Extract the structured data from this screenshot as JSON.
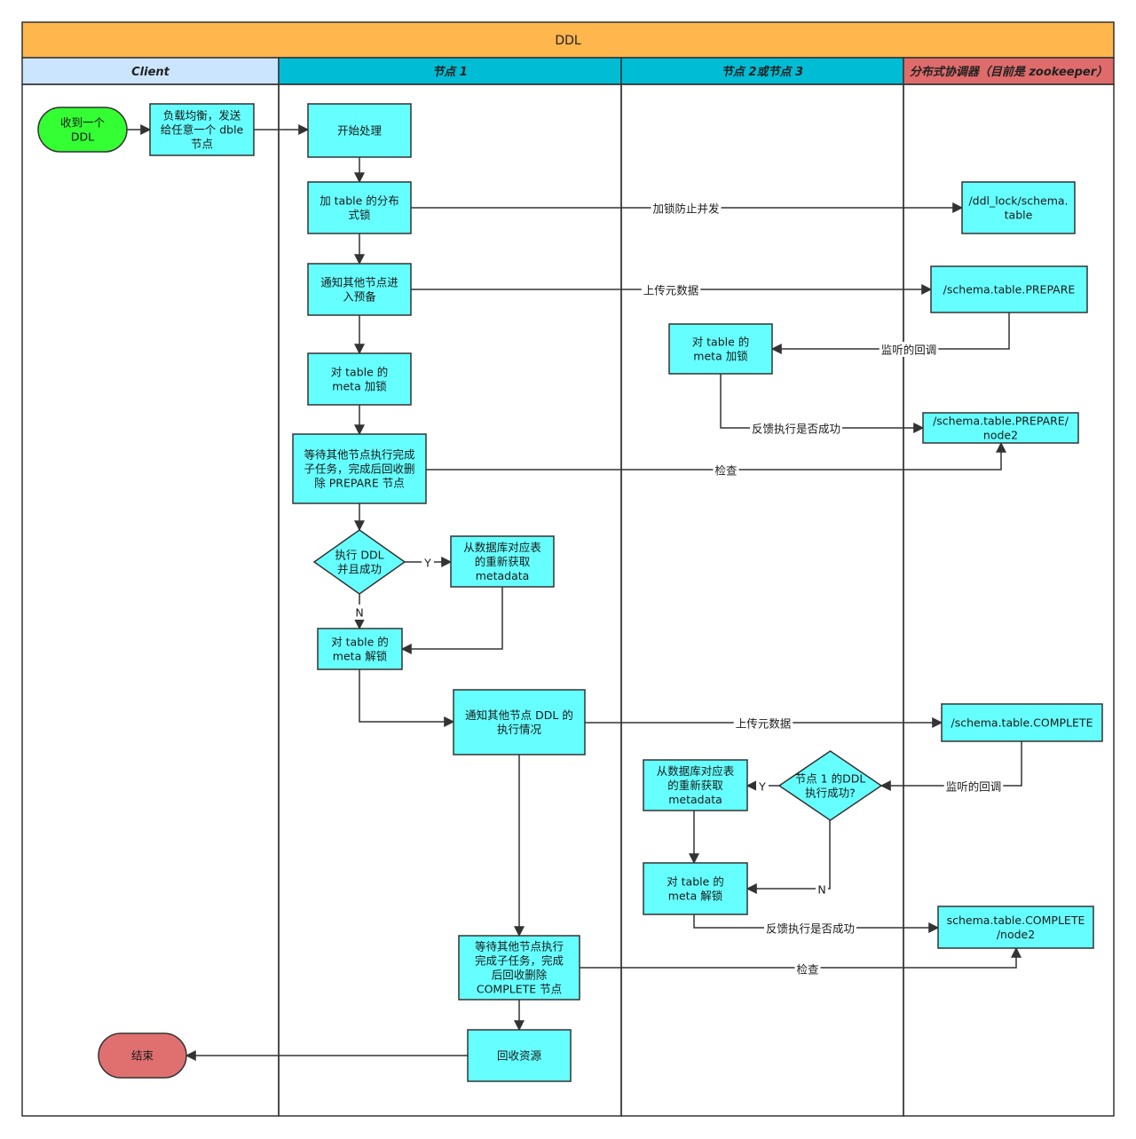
{
  "title": "DDL",
  "lanes": [
    {
      "label": "Client"
    },
    {
      "label": "节点 1"
    },
    {
      "label": "节点 2或节点 3"
    },
    {
      "label": "分布式协调器（目前是 zookeeper）"
    }
  ],
  "colors": {
    "title_bg": "#ffb64d",
    "lane_client": "#cce5ff",
    "lane_node": "#00bcd4",
    "lane_coord": "#e06b6b",
    "box_fill": "#66ffff",
    "start_fill": "#33ff33",
    "end_fill": "#e07070",
    "stroke": "#333333"
  },
  "nodes": {
    "start": [
      "收到一个",
      "DDL"
    ],
    "lb": [
      "负载均衡，发送",
      "给任意一个 dble",
      "节点"
    ],
    "begin": [
      "开始处理"
    ],
    "lock": [
      "加 table 的分布",
      "式锁"
    ],
    "notify_prep": [
      "通知其他节点进",
      "入预备"
    ],
    "meta_lock1": [
      "对 table 的",
      "meta 加锁"
    ],
    "wait_prep": [
      "等待其他节点执行完成",
      "子任务，完成后回收删",
      "除 PREPARE 节点"
    ],
    "exec_ddl": [
      "执行 DDL",
      "并且成功"
    ],
    "refetch1": [
      "从数据库对应表",
      "的重新获取",
      "metadata"
    ],
    "meta_unlock1": [
      "对 table 的",
      "meta 解锁"
    ],
    "notify_ddl": [
      "通知其他节点 DDL 的",
      "执行情况"
    ],
    "wait_complete": [
      "等待其他节点执行",
      "完成子任务，完成",
      "后回收删除",
      "COMPLETE 节点"
    ],
    "recycle": [
      "回收资源"
    ],
    "end": [
      "结束"
    ],
    "meta_lock2": [
      "对 table 的",
      "meta 加锁"
    ],
    "node1_ok": [
      "节点 1 的DDL",
      "执行成功?"
    ],
    "refetch2": [
      "从数据库对应表",
      "的重新获取",
      "metadata"
    ],
    "meta_unlock2": [
      "对 table 的",
      "meta 解锁"
    ],
    "zk_lock": [
      "/ddl_lock/schema.",
      "table"
    ],
    "zk_prepare": [
      "/schema.table.PREPARE"
    ],
    "zk_prepare_node2": [
      "/schema.table.PREPARE/",
      "node2"
    ],
    "zk_complete": [
      "/schema.table.COMPLETE"
    ],
    "zk_complete_node2": [
      "schema.table.COMPLETE",
      "/node2"
    ]
  },
  "edge_labels": {
    "lock_anti": "加锁防止并发",
    "upload1": "上传元数据",
    "listen1": "监听的回调",
    "feedback1": "反馈执行是否成功",
    "check1": "检查",
    "yes1": "Y",
    "no1": "N",
    "upload2": "上传元数据",
    "listen2": "监听的回调",
    "yes2": "Y",
    "no2": "N",
    "feedback2": "反馈执行是否成功",
    "check2": "检查"
  }
}
